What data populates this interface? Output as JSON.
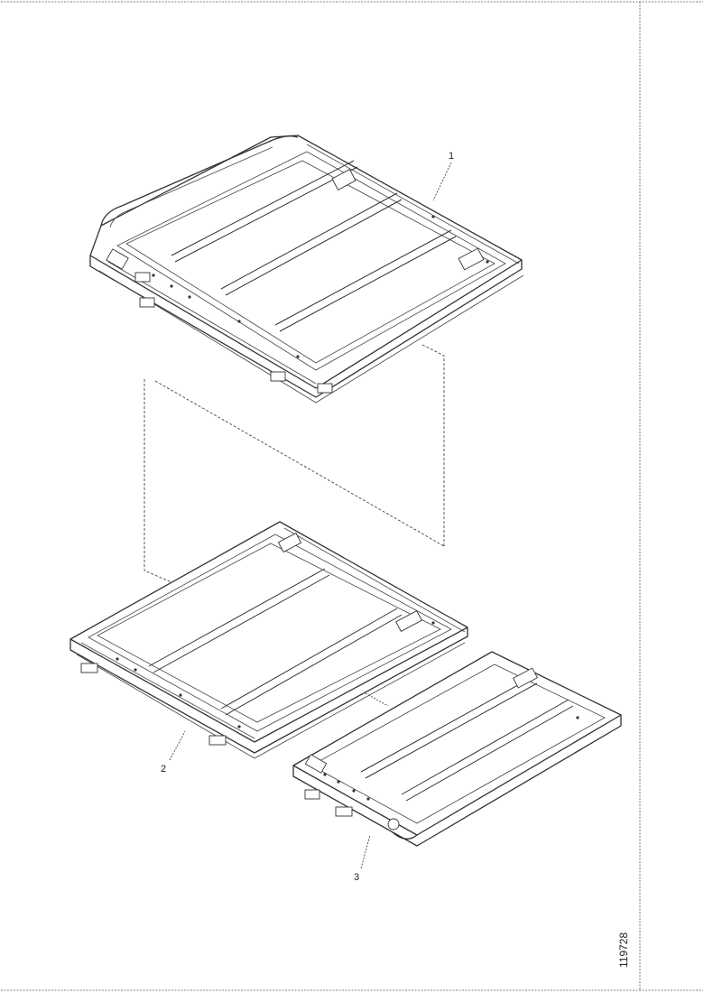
{
  "diagram": {
    "callouts": [
      {
        "id": "part-1",
        "label": "1"
      },
      {
        "id": "part-2",
        "label": "2"
      },
      {
        "id": "part-3",
        "label": "3"
      }
    ],
    "figure_id": "119728"
  }
}
